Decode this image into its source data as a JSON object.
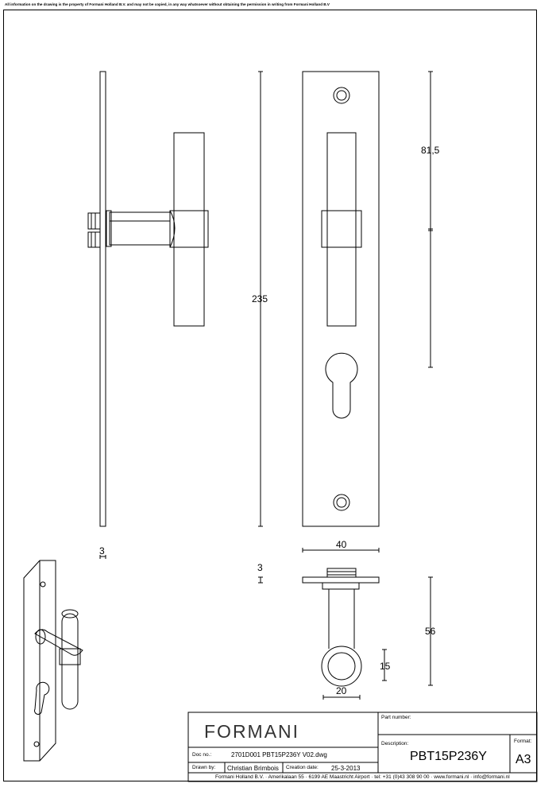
{
  "notice": "All information on the drawing is the property of Formani Holland B.V. and may not be copied, in any way whatsoever without obtaining the permission in writing from Formani Holland B.V",
  "dimensions": {
    "plate_height": "235",
    "upper_height": "81,5",
    "plate_width": "40",
    "plate_thickness_side": "3",
    "plate_thickness_top": "3",
    "projection": "56",
    "grip_diameter": "20",
    "grip_offset": "15"
  },
  "title_block": {
    "logo": "FORMANI",
    "doc_no_label": "Doc no.:",
    "doc_no": "2701D001 PBT15P236Y V02.dwg",
    "drawn_by_label": "Drawn by:",
    "drawn_by": "Christian Brimbois",
    "creation_date_label": "Creation date:",
    "creation_date": "25-3-2013",
    "part_number_label": "Part number:",
    "description_label": "Description:",
    "description": "PBT15P236Y",
    "format_label": "Format:",
    "format": "A3",
    "address": "Formani Holland B.V. · Amerikalaan 55 · 6199 AE Maastricht Airport · tel: +31 (0)43 308 90 00 · www.formani.nl · info@formani.nl"
  },
  "colors": {
    "line": "#000000",
    "background": "#ffffff"
  }
}
